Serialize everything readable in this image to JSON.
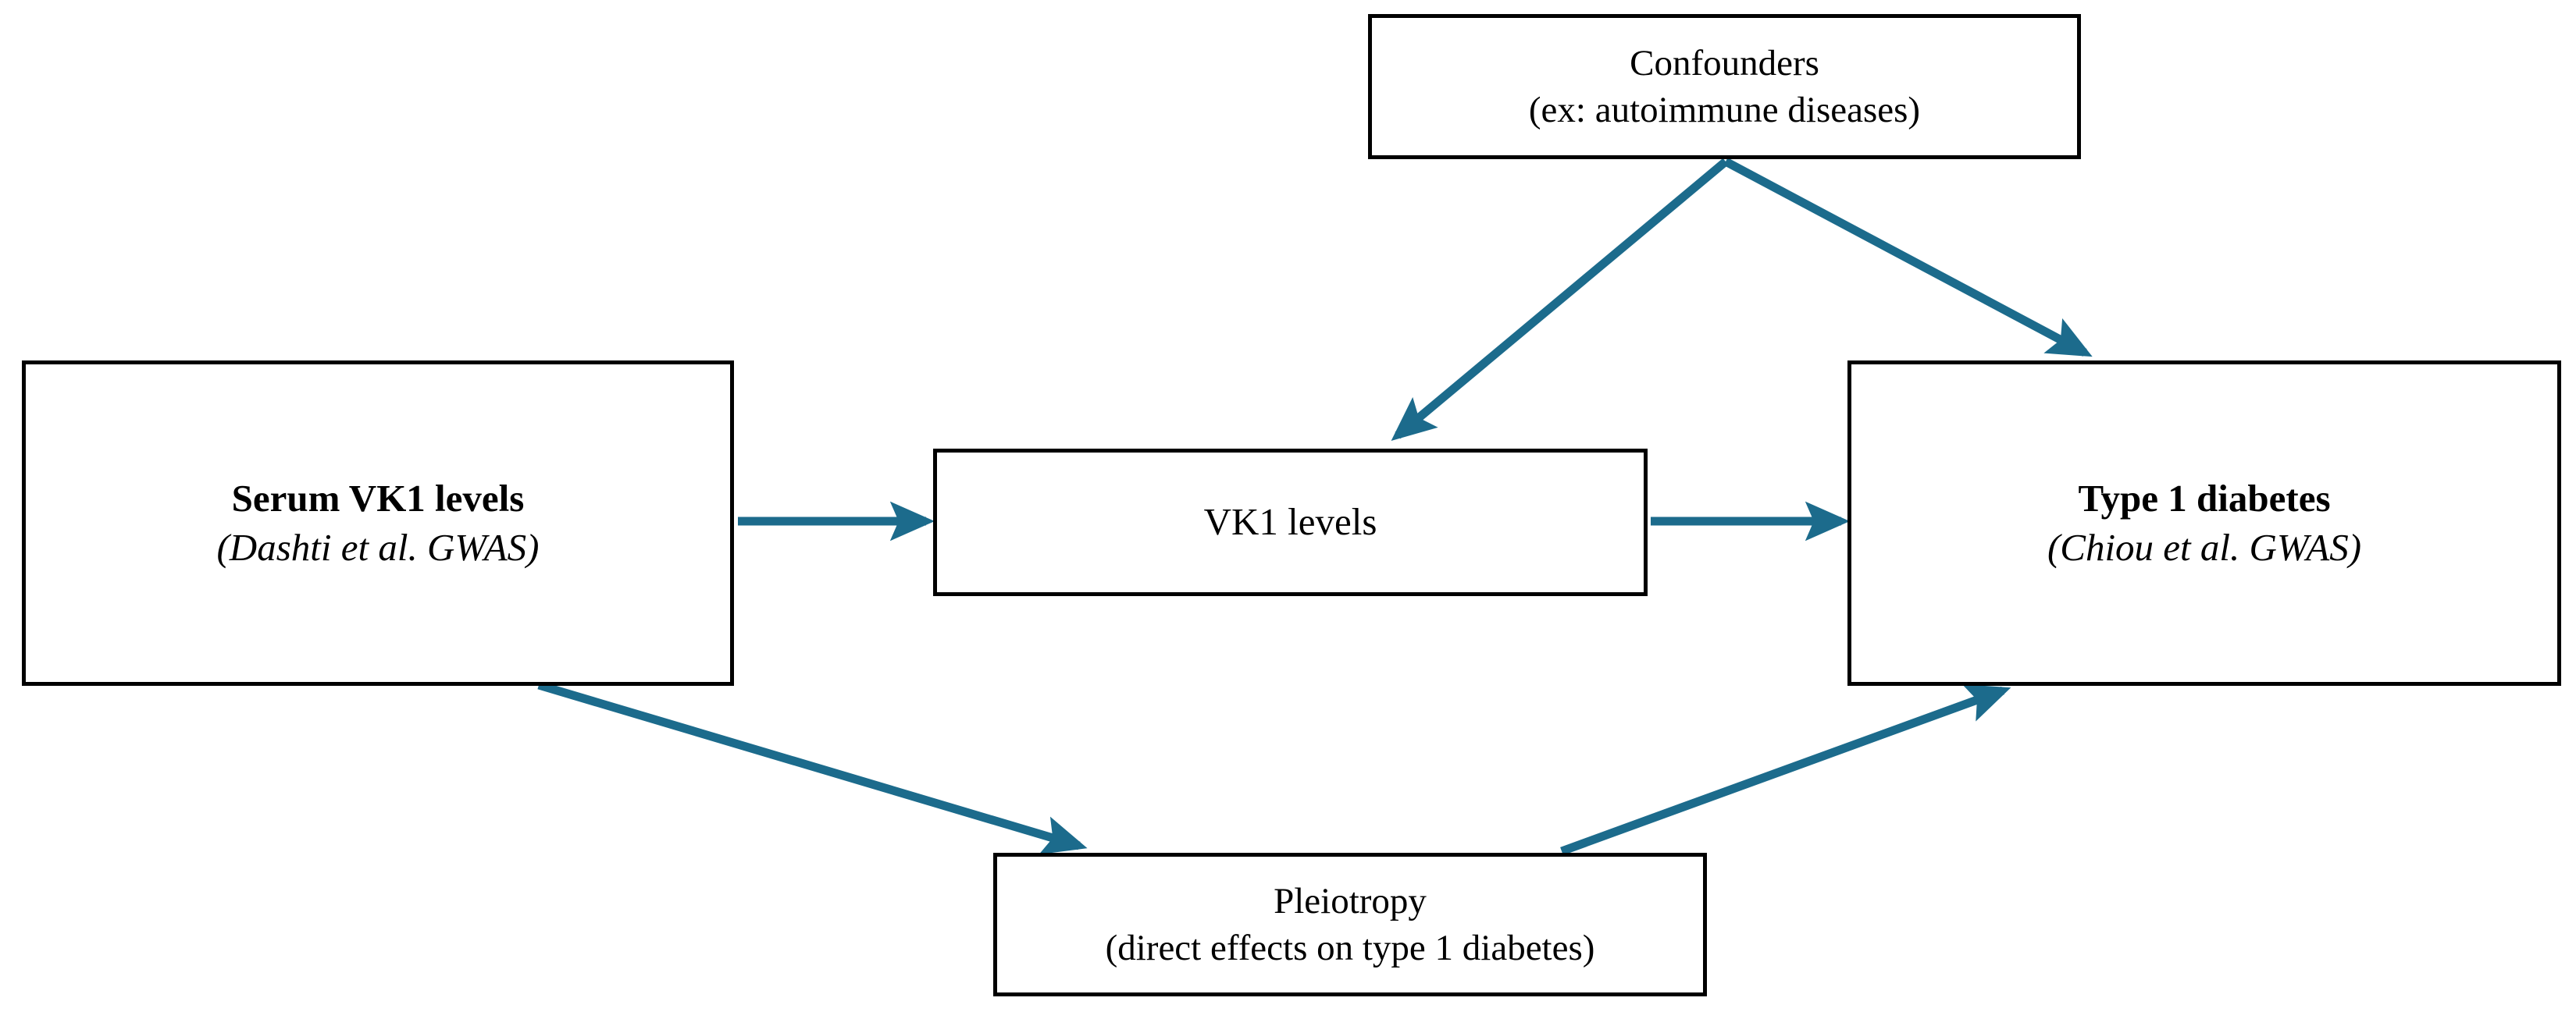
{
  "diagram": {
    "title": "Mendelian randomization assumptions diagram",
    "background_color": "#ffffff",
    "box_border_color": "#000000",
    "arrow_color": "#1c6b8c",
    "nodes": {
      "confounders": {
        "name": "confounders-box",
        "line1": "Confounders",
        "line2": "(ex: autoimmune  diseases)"
      },
      "exposure": {
        "name": "serum-vk1-levels-box",
        "line1": "Serum VK1 levels",
        "line2": "(Dashti et al. GWAS)"
      },
      "mediator": {
        "name": "vk1-levels-box",
        "line1": "VK1 levels"
      },
      "outcome": {
        "name": "type-1-diabetes-box",
        "line1": "Type 1 diabetes",
        "line2": "(Chiou et al. GWAS)"
      },
      "pleiotropy": {
        "name": "pleiotropy-box",
        "line1": "Pleiotropy",
        "line2": "(direct effects on type 1 diabetes)"
      }
    },
    "edges": [
      {
        "id": "exposure-to-mediator",
        "label": "Serum VK1 levels → VK1 levels",
        "from": "exposure",
        "to": "mediator",
        "style": "straight-horizontal"
      },
      {
        "id": "mediator-to-outcome",
        "label": "VK1 levels → Type 1 diabetes",
        "from": "mediator",
        "to": "outcome",
        "style": "straight-horizontal"
      },
      {
        "id": "confounders-to-mediator",
        "label": "Confounders → VK1 levels",
        "from": "confounders",
        "to": "mediator",
        "style": "diagonal-down-left"
      },
      {
        "id": "confounders-to-outcome",
        "label": "Confounders → Type 1 diabetes",
        "from": "confounders",
        "to": "outcome",
        "style": "diagonal-down-right"
      },
      {
        "id": "exposure-to-pleiotropy",
        "label": "Serum VK1 levels → Pleiotropy",
        "from": "exposure",
        "to": "pleiotropy",
        "style": "diagonal-down-right"
      },
      {
        "id": "pleiotropy-to-outcome",
        "label": "Pleiotropy → Type 1 diabetes",
        "from": "pleiotropy",
        "to": "outcome",
        "style": "diagonal-up-right"
      }
    ]
  }
}
